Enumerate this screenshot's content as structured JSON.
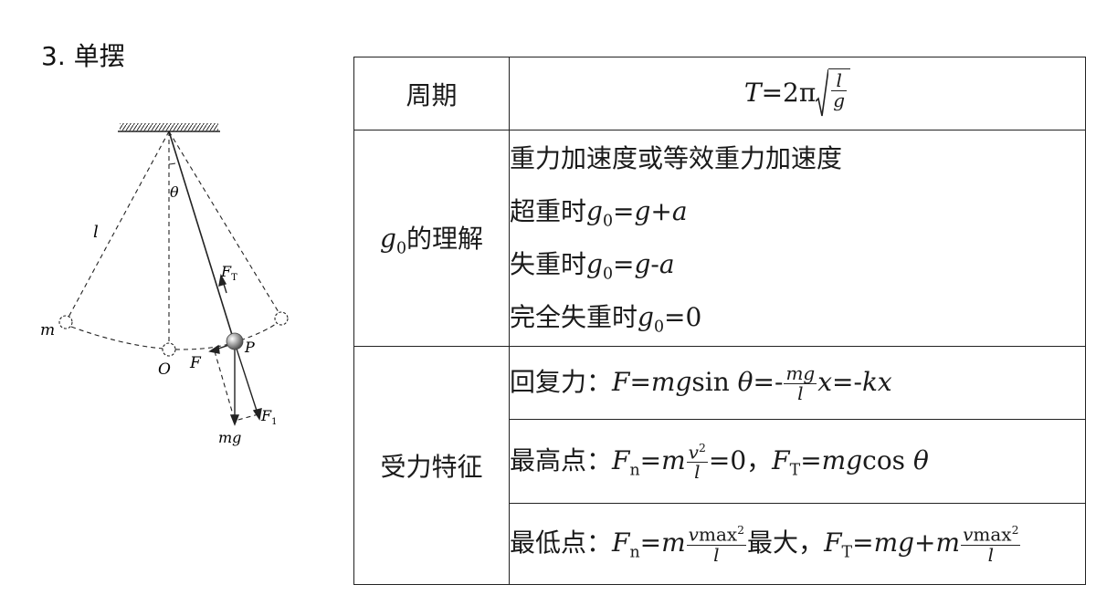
{
  "heading": "3. 单摆",
  "diagram": {
    "labels": {
      "theta": "θ",
      "length": "l",
      "ft": "F",
      "ft_sub": "T",
      "m": "m",
      "o": "O",
      "p": "P",
      "f": "F",
      "f1": "F",
      "f1_sub": "1",
      "mg": "mg"
    }
  },
  "table": {
    "period": {
      "label": "周期",
      "T": "T",
      "eq": "=2π",
      "num": "l",
      "den": "g"
    },
    "g0": {
      "label_g": "g",
      "label_sub": "0",
      "label_rest": "的理解",
      "line1": "重力加速度或等效重力加速度",
      "line2": {
        "text": "超重时",
        "g": "g",
        "sub": "0",
        "eq": "=",
        "g2": "g",
        "plus": "+",
        "a": "a"
      },
      "line3": {
        "text": "失重时",
        "g": "g",
        "sub": "0",
        "eq": "=",
        "g2": "g",
        "minus": "-",
        "a": "a"
      },
      "line4": {
        "text": "完全失重时",
        "g": "g",
        "sub": "0",
        "eq": "=0"
      }
    },
    "force": {
      "label": "受力特征",
      "restoring": {
        "text": "回复力：",
        "F": "F",
        "eq1": "=",
        "mg": "mg",
        "sin": "sin",
        "theta": "θ",
        "eq2": "=-",
        "num": "mg",
        "den": "l",
        "x": "x",
        "eq3": "=-",
        "kx": "kx"
      },
      "highest": {
        "text": "最高点：",
        "F": "F",
        "sub_n": "n",
        "eq": "=",
        "m": "m",
        "num_v": "v",
        "num_sup": "2",
        "den": "l",
        "zero": "=0，",
        "F2": "F",
        "sub_t": "T",
        "eq2": "=",
        "mg": "mg",
        "cos": "cos",
        "theta": "θ"
      },
      "lowest": {
        "text": "最低点：",
        "F": "F",
        "sub_n": "n",
        "eq": "=",
        "m": "m",
        "num_v": "v",
        "num_max": "max",
        "num_sup": "2",
        "den": "l",
        "max_text": "最大，",
        "F2": "F",
        "sub_t": "T",
        "eq2": "=",
        "mg": "mg",
        "plus": "+",
        "m2": "m",
        "num2_v": "v",
        "num2_max": "max",
        "num2_sup": "2",
        "den2": "l"
      }
    }
  }
}
